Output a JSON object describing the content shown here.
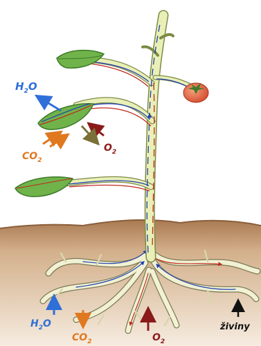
{
  "colors": {
    "water": "#2f6fd8",
    "co2": "#e07820",
    "o2": "#8b1a1a",
    "nutrients": "#111111",
    "stem": "#e9efb7",
    "soil": "#c9a37c",
    "leaf": "#6fb34a"
  },
  "labels": {
    "h2o_top": {
      "main": "H",
      "sub": "2",
      "tail": "O"
    },
    "co2_leaf": {
      "main": "CO",
      "sub": "2"
    },
    "o2_leaf": {
      "main": "O",
      "sub": "2"
    },
    "h2o_root": {
      "main": "H",
      "sub": "2",
      "tail": "O"
    },
    "co2_root": {
      "main": "CO",
      "sub": "2"
    },
    "o2_root": {
      "main": "O",
      "sub": "2"
    },
    "nutrients": "živiny"
  },
  "icons": [
    "arrow-up-icon",
    "arrow-down-icon",
    "arrow-diagonal-icon"
  ]
}
